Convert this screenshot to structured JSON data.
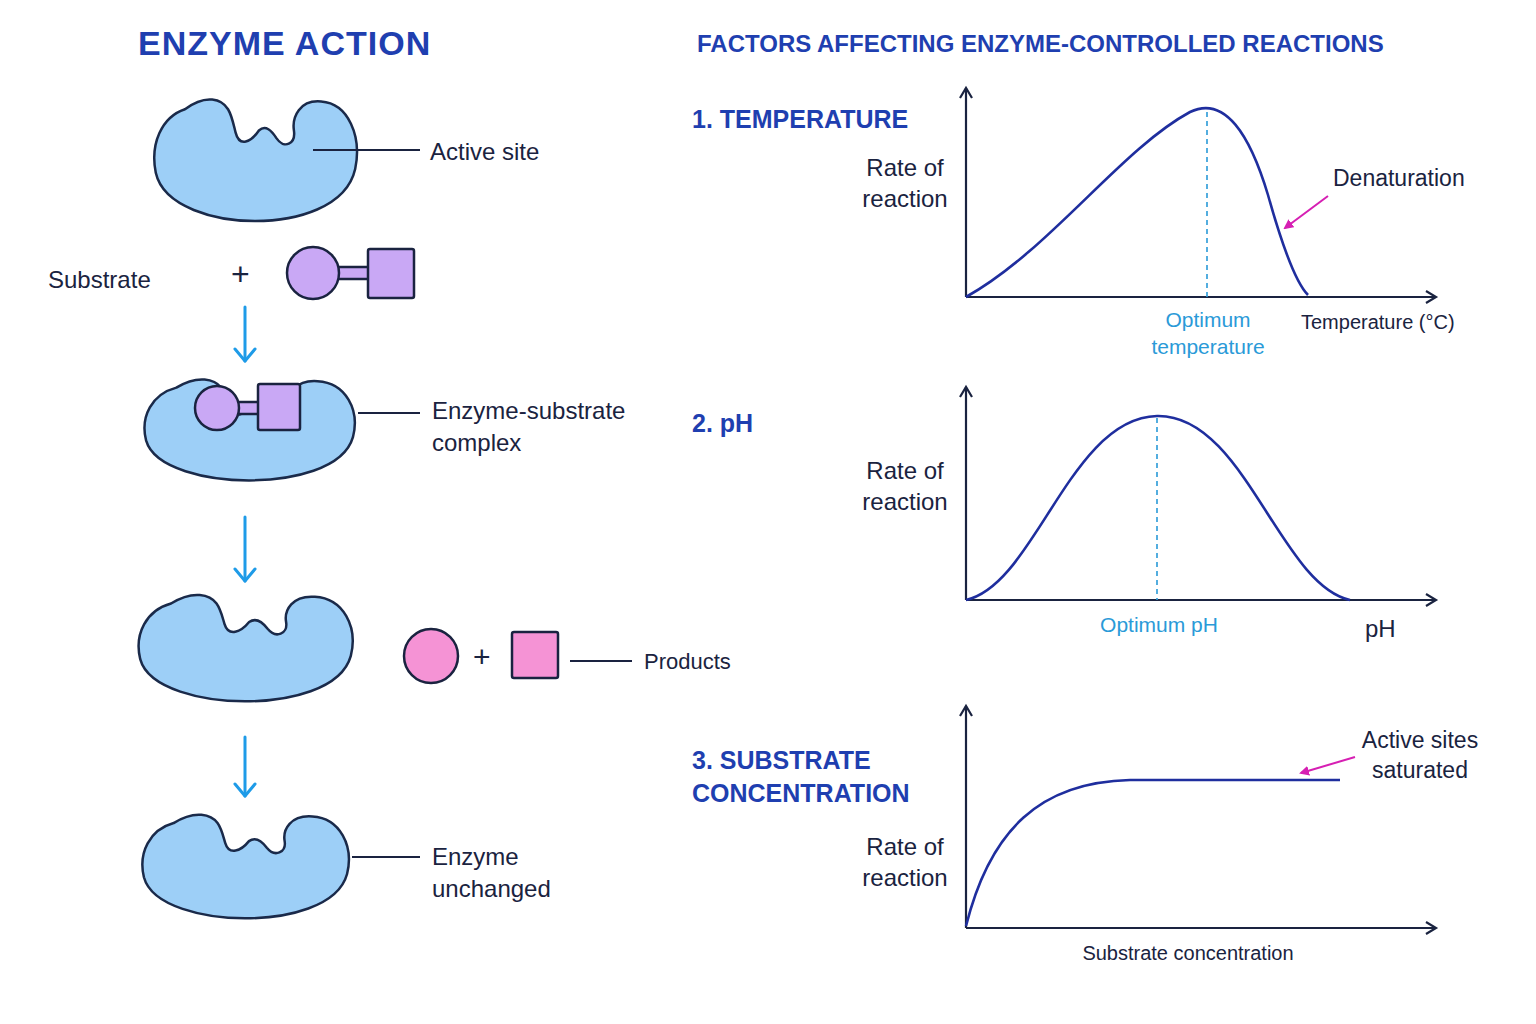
{
  "diagram": {
    "title": "ENZYME ACTION",
    "nodes": [
      {
        "text": [
          "Active site"
        ]
      },
      {
        "text": [
          "Enzyme-substrate complex"
        ]
      },
      {
        "text": [
          "Products"
        ]
      },
      {
        "text": [
          "Enzyme unchanged"
        ]
      }
    ],
    "edges": [
      {
        "from": 0,
        "to": 1,
        "arrow": "to"
      },
      {
        "from": 1,
        "to": 2,
        "arrow": "to"
      },
      {
        "from": 2,
        "to": 3,
        "arrow": "to"
      }
    ],
    "labels": [
      "Substrate",
      "+",
      "+",
      "FACTORS AFFECTING ENZYME-CONTROLLED REACTIONS",
      "1. TEMPERATURE",
      "Rate of reaction",
      "Optimum temperature",
      "Temperature (°C)",
      "Denaturation",
      "2. pH",
      "Rate of reaction",
      "Optimum pH",
      "pH",
      "3. SUBSTRATE CONCENTRATION",
      "Rate of reaction",
      "Substrate concentration",
      "Active sites saturated"
    ]
  }
}
